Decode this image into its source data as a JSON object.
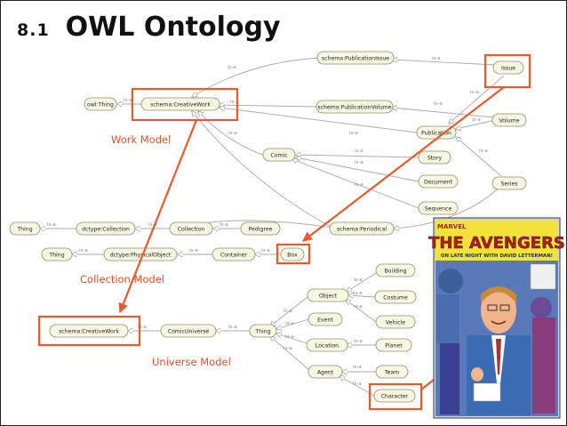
{
  "slide": {
    "number": "8.1",
    "title": "OWL Ontology"
  },
  "labels": {
    "work_model": "Work Model",
    "collection_model": "Collection Model",
    "universe_model": "Universe Model"
  },
  "edge_label": "is-a",
  "nodes": {
    "owl_thing": "owl:Thing",
    "creative_work_top": "schema:CreativeWork",
    "publication_issue": "schema:PublicationIssue",
    "issue": "Issue",
    "publication_volume": "schema:PublicationVolume",
    "volume": "Volume",
    "publication": "Publication",
    "comic": "Comic",
    "story": "Story",
    "document": "Document",
    "series": "Series",
    "sequence": "Sequence",
    "periodical": "schema:Periodical",
    "thing_collection": "Thing",
    "dctype_collection": "dctype:Collection",
    "collection": "Collection",
    "pedigree": "Pedigree",
    "thing_physical": "Thing",
    "dctype_physical": "dctype:PhysicalObject",
    "container": "Container",
    "box": "Box",
    "creative_work_bottom": "schema:CreativeWork",
    "comic_universe": "ComicUniverse",
    "thing_universe": "Thing",
    "object": "Object",
    "building": "Building",
    "costume": "Costume",
    "event": "Event",
    "vehicle": "Vehicle",
    "location": "Location",
    "planet": "Planet",
    "agent": "Agent",
    "team": "Team",
    "character": "Character"
  },
  "cover": {
    "publisher": "MARVEL",
    "title": "THE AVENGERS",
    "tagline": "ON LATE NIGHT WITH DAVID LETTERMAN!"
  },
  "colors": {
    "highlight": "#e85a2c",
    "node_fill": "#f7f7e3",
    "edge": "#a9a9a9"
  }
}
